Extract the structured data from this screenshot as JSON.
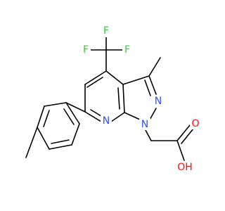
{
  "molecule": {
    "atom_labels": {
      "f_top": "F",
      "f_left": "F",
      "f_right": "F",
      "n_pyridine": "N",
      "n_pyrazole_2": "N",
      "n_pyrazole_1": "N",
      "o_carbonyl": "O",
      "oh": "OH"
    },
    "colors": {
      "bond": "#000000",
      "carbon_text": "#000000",
      "fluorine": "#33cc33",
      "nitrogen": "#3050f8",
      "oxygen": "#ff0d0d"
    }
  }
}
